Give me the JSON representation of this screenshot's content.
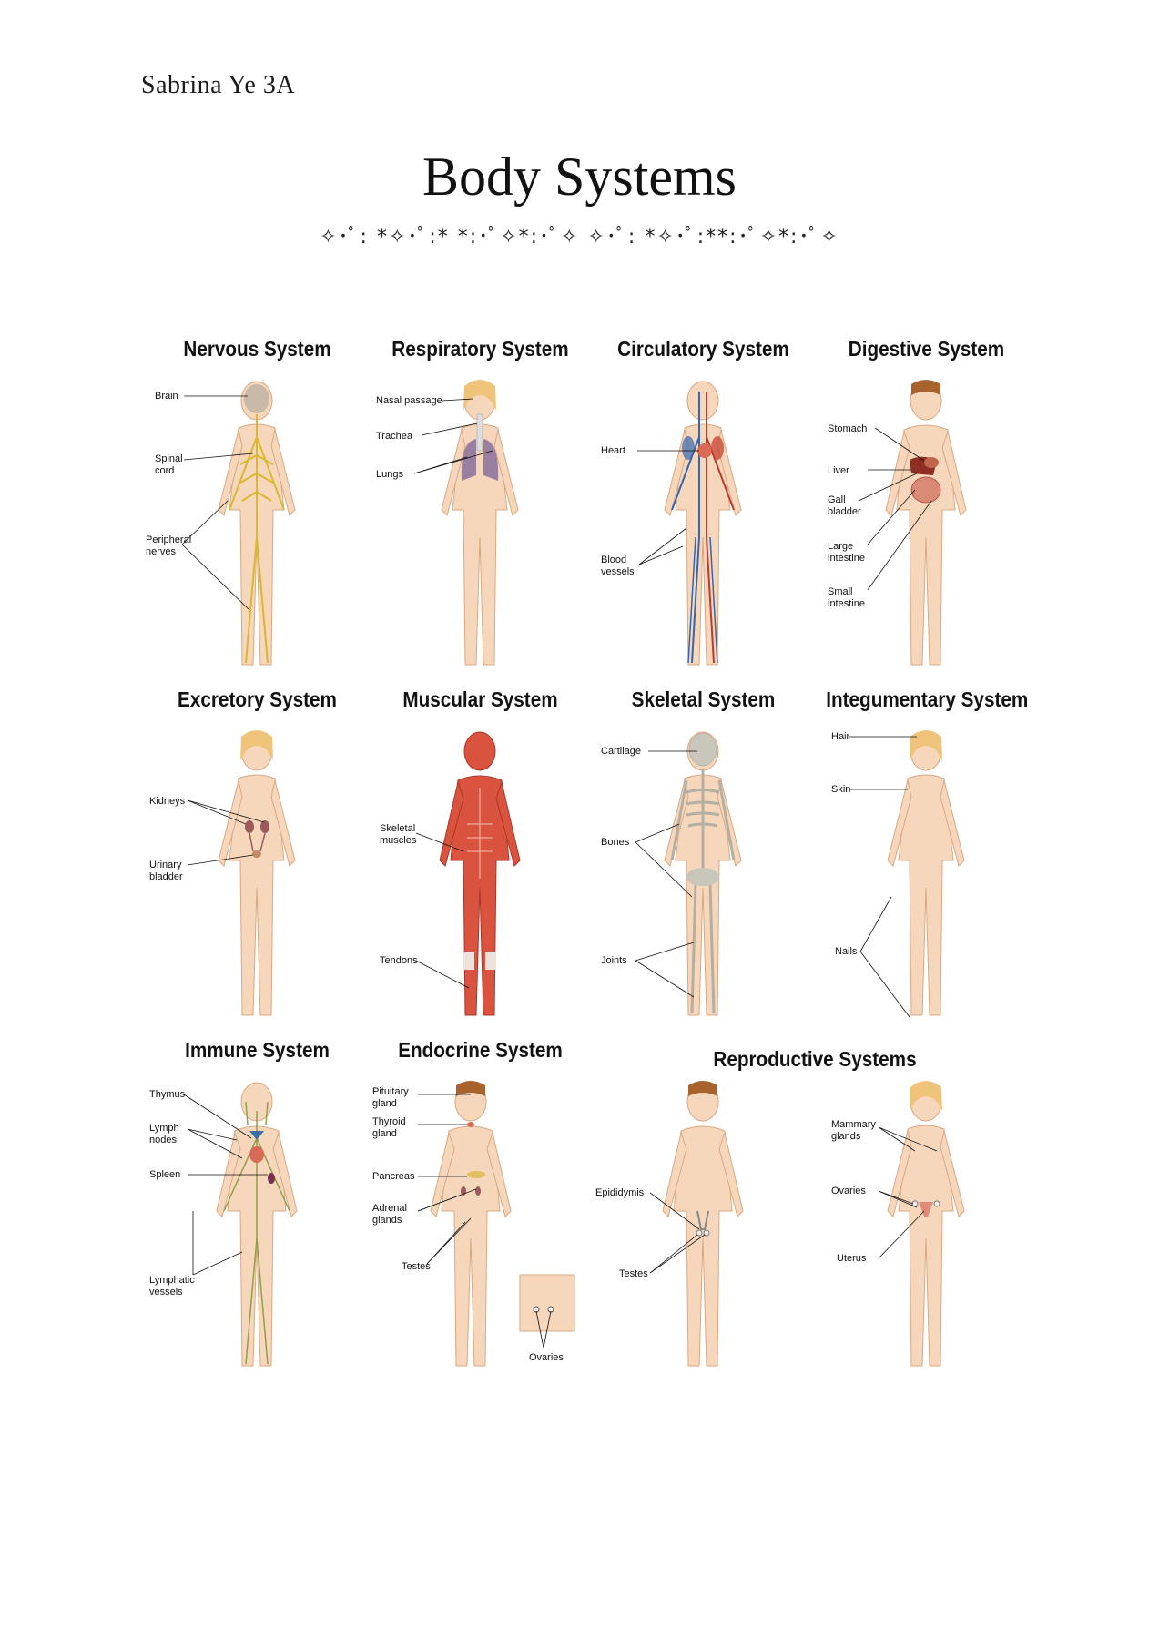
{
  "header": {
    "author": "Sabrina Ye 3A",
    "title": "Body Systems",
    "divider": "✧･ﾟ: *✧･ﾟ:* *:･ﾟ✧*:･ﾟ✧ ✧･ﾟ: *✧･ﾟ:**:･ﾟ✧*:･ﾟ✧"
  },
  "systems": [
    {
      "title": "Nervous System",
      "labels": [
        "Brain",
        "Spinal",
        "cord",
        "Peripheral",
        "nerves"
      ],
      "color": "#d9b830"
    },
    {
      "title": "Respiratory System",
      "labels": [
        "Nasal passage",
        "Trachea",
        "Lungs"
      ],
      "color": "#9b7fa0"
    },
    {
      "title": "Circulatory System",
      "labels": [
        "Heart",
        "Blood",
        "vessels"
      ],
      "color": "#c0392b"
    },
    {
      "title": "Digestive System",
      "labels": [
        "Stomach",
        "Liver",
        "Gall",
        "bladder",
        "Large",
        "intestine",
        "Small",
        "intestine"
      ],
      "color": "#b5533c"
    },
    {
      "title": "Excretory System",
      "labels": [
        "Kidneys",
        "Urinary",
        "bladder"
      ],
      "color": "#9c5a5a"
    },
    {
      "title": "Muscular System",
      "labels": [
        "Skeletal",
        "muscles",
        "Tendons"
      ],
      "color": "#d9533f"
    },
    {
      "title": "Skeletal System",
      "labels": [
        "Cartilage",
        "Bones",
        "Joints"
      ],
      "color": "#c9c6bb"
    },
    {
      "title": "Integumentary System",
      "labels": [
        "Hair",
        "Skin",
        "Nails"
      ],
      "color": "#f5cfae"
    },
    {
      "title": "Immune System",
      "labels": [
        "Thymus",
        "Lymph",
        "nodes",
        "Spleen",
        "Lymphatic",
        "vessels"
      ],
      "color": "#8fa04a"
    },
    {
      "title": "Endocrine System",
      "labels": [
        "Pituitary",
        "gland",
        "Thyroid",
        "gland",
        "Pancreas",
        "Adrenal",
        "glands",
        "Testes",
        "Ovaries"
      ],
      "color": "#e0c060"
    }
  ],
  "reproductive": {
    "title": "Reproductive Systems",
    "male_labels": [
      "Epididymis",
      "Testes"
    ],
    "female_labels": [
      "Mammary",
      "glands",
      "Ovaries",
      "Uterus"
    ]
  },
  "colors": {
    "skin": "#f7d7bb",
    "skin_outline": "#d9a882",
    "hair_female": "#f0c37a",
    "hair_male": "#a8622c"
  }
}
